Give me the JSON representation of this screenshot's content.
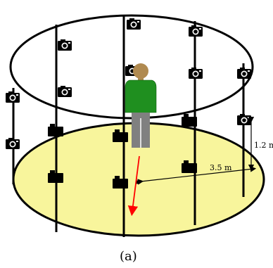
{
  "figure": {
    "caption": "(a)",
    "radius_label": "3.5 m",
    "height_label": "1.2 m"
  },
  "colors": {
    "floor_fill": "#f8f59c",
    "shirt": "#1f8f1f",
    "pants": "#808080",
    "head": "#b08a50",
    "direction_arrow": "#ff0000",
    "line": "#000000"
  },
  "icons": {
    "top_camera": "camera-icon",
    "bottom_camera": "camera-back-icon",
    "person": "person-icon"
  }
}
